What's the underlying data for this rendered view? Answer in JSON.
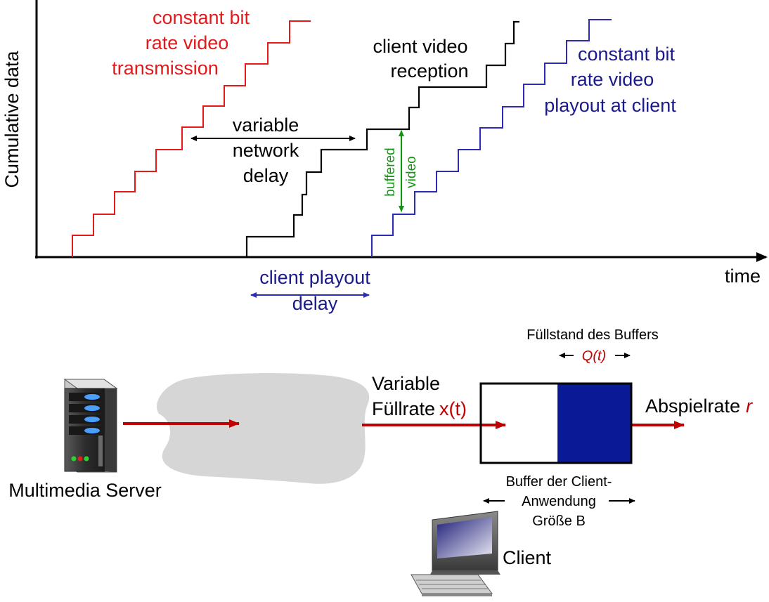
{
  "plot": {
    "ylabel": "Cumulative data",
    "xlabel": "time",
    "cbr_transmission": [
      "constant bit",
      "rate video",
      "transmission"
    ],
    "client_reception": [
      "client video",
      "reception"
    ],
    "network_delay": [
      "variable",
      "network",
      "delay"
    ],
    "buffered_video": [
      "buffered",
      "video"
    ],
    "cbr_playout": [
      "constant bit",
      "rate video",
      "playout at client"
    ],
    "playout_delay": [
      "client playout",
      "delay"
    ]
  },
  "colors": {
    "red": "#e31a1c",
    "dark_red": "#c00000",
    "blue": "#2b2bb8",
    "navy": "#1a1a8c",
    "green": "#129612",
    "cloud": "#d6d6d6",
    "buffer_fill": "#0a1a96"
  },
  "system": {
    "server_label": "Multimedia Server",
    "fill_rate_line1": "Variable",
    "fill_rate_line2": "Füllrate",
    "fill_rate_symbol": "x(t)",
    "buffer_level_label": "Füllstand des Buffers",
    "buffer_level_symbol": "Q(t)",
    "playout_rate_label": "Abspielrate",
    "playout_rate_symbol": "r",
    "buffer_caption": [
      "Buffer der Client-",
      "Anwendung",
      "Größe B"
    ],
    "client_label": "Client",
    "buffer_fill_fraction": 0.49
  },
  "icons": [
    "server-icon",
    "cloud-icon",
    "computer-icon"
  ]
}
